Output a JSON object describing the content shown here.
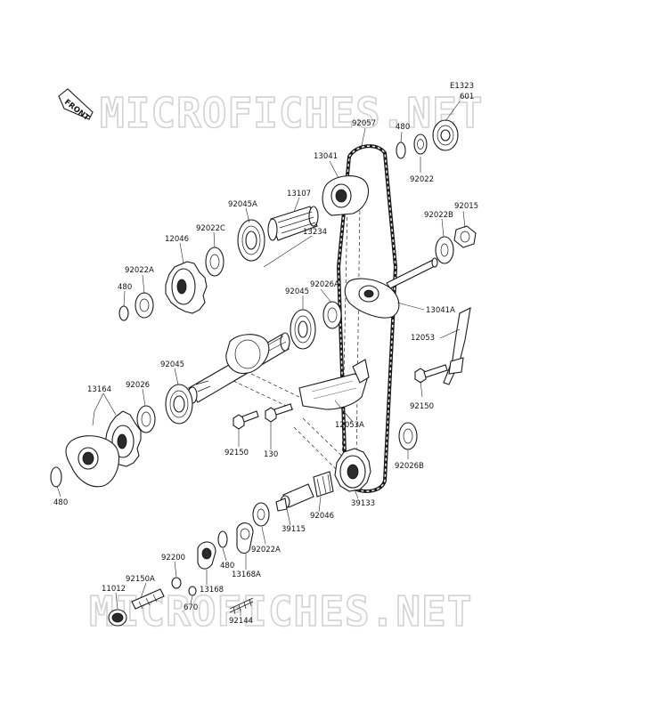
{
  "diagram_code": "E1323",
  "front_label": "FRONT",
  "watermark": "MICROFICHES.NET",
  "parts": [
    {
      "id": "p601",
      "number": "601"
    },
    {
      "id": "p480a",
      "number": "480"
    },
    {
      "id": "p92057",
      "number": "92057"
    },
    {
      "id": "p92022",
      "number": "92022"
    },
    {
      "id": "p13041",
      "number": "13041"
    },
    {
      "id": "p13107",
      "number": "13107"
    },
    {
      "id": "p92045A",
      "number": "92045A"
    },
    {
      "id": "p92015",
      "number": "92015"
    },
    {
      "id": "p92022B",
      "number": "92022B"
    },
    {
      "id": "p92022C",
      "number": "92022C"
    },
    {
      "id": "p12046",
      "number": "12046"
    },
    {
      "id": "p13234",
      "number": "13234"
    },
    {
      "id": "p92022A",
      "number": "92022A"
    },
    {
      "id": "p480b",
      "number": "480"
    },
    {
      "id": "p92045",
      "number": "92045"
    },
    {
      "id": "p92026A",
      "number": "92026A"
    },
    {
      "id": "p13041A",
      "number": "13041A"
    },
    {
      "id": "p12053",
      "number": "12053"
    },
    {
      "id": "p92045b",
      "number": "92045"
    },
    {
      "id": "p13164",
      "number": "13164"
    },
    {
      "id": "p92026",
      "number": "92026"
    },
    {
      "id": "p92150",
      "number": "92150"
    },
    {
      "id": "p12053A",
      "number": "12053A"
    },
    {
      "id": "p92150b",
      "number": "92150"
    },
    {
      "id": "p130",
      "number": "130"
    },
    {
      "id": "p92026B",
      "number": "92026B"
    },
    {
      "id": "p480c",
      "number": "480"
    },
    {
      "id": "p39133",
      "number": "39133"
    },
    {
      "id": "p92046",
      "number": "92046"
    },
    {
      "id": "p39115",
      "number": "39115"
    },
    {
      "id": "p92022A2",
      "number": "92022A"
    },
    {
      "id": "p92200",
      "number": "92200"
    },
    {
      "id": "p480d",
      "number": "480"
    },
    {
      "id": "p13168A",
      "number": "13168A"
    },
    {
      "id": "p92150A",
      "number": "92150A"
    },
    {
      "id": "p13168",
      "number": "13168"
    },
    {
      "id": "p11012",
      "number": "11012"
    },
    {
      "id": "p670",
      "number": "670"
    },
    {
      "id": "p92144",
      "number": "92144"
    }
  ]
}
